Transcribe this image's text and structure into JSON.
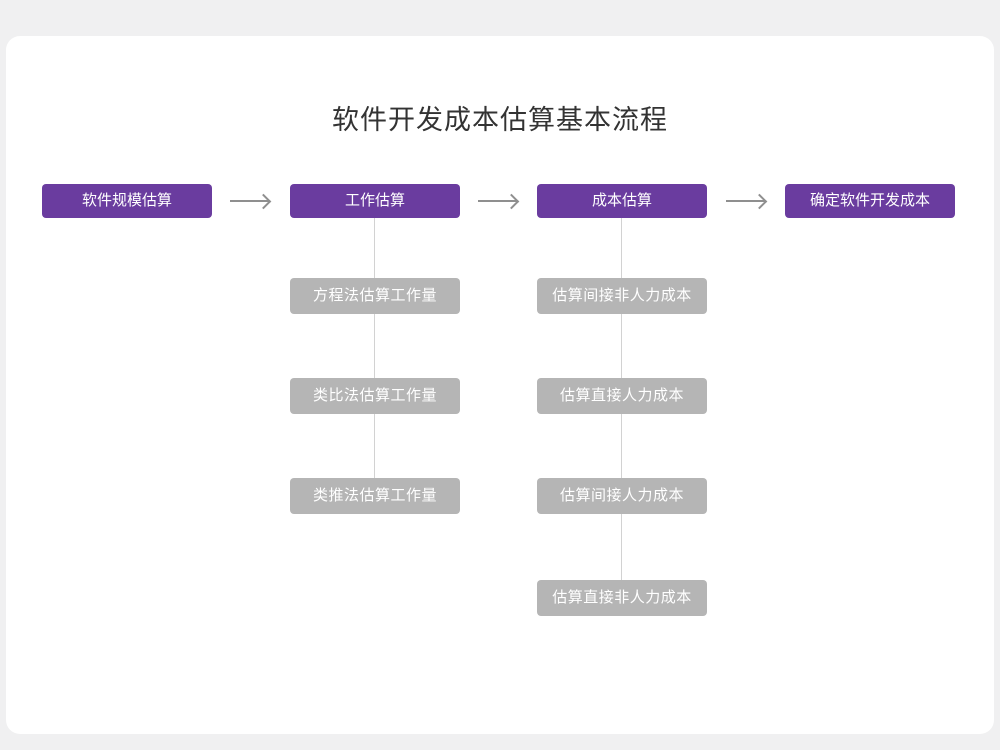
{
  "title": "软件开发成本估算基本流程",
  "flow": {
    "main_nodes": [
      "软件规模估算",
      "工作估算",
      "成本估算",
      "确定软件开发成本"
    ],
    "work_estimation_children": [
      "方程法估算工作量",
      "类比法估算工作量",
      "类推法估算工作量"
    ],
    "cost_estimation_children": [
      "估算间接非人力成本",
      "估算直接人力成本",
      "估算间接人力成本",
      "估算直接非人力成本"
    ]
  },
  "colors": {
    "main_node_bg": "#6a3c9f",
    "child_node_bg": "#b5b5b5",
    "connector": "#d2d2d2",
    "arrow": "#8f8f8f",
    "card_bg": "#ffffff",
    "page_bg": "#f0f0f1",
    "title_text": "#333333"
  }
}
